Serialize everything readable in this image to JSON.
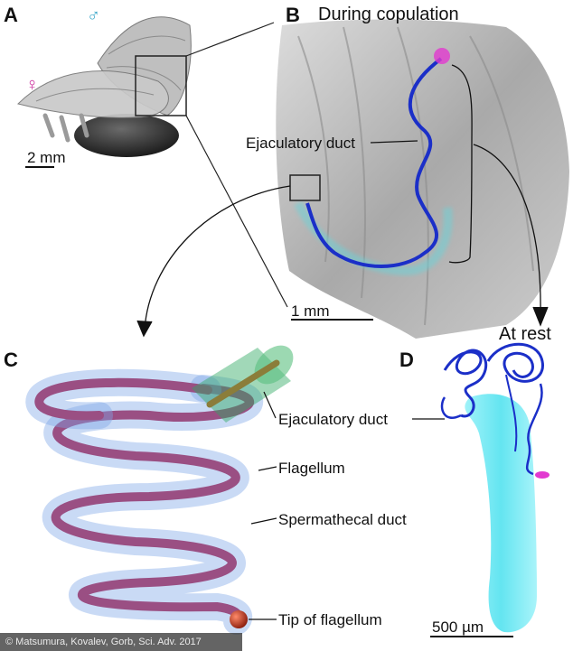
{
  "panels": {
    "a": {
      "letter": "A",
      "male_symbol": "♂",
      "female_symbol": "♀",
      "scale_bar": "2 mm"
    },
    "b": {
      "letter": "B",
      "title": "During copulation",
      "label_duct": "Ejaculatory duct",
      "scale_bar": "1 mm"
    },
    "c": {
      "letter": "C",
      "label_duct": "Ejaculatory duct",
      "label_flagellum": "Flagellum",
      "label_spermathecal": "Spermathecal duct",
      "label_tip": "Tip of flagellum"
    },
    "d": {
      "letter": "D",
      "title": "At rest",
      "scale_bar": "500 µm"
    }
  },
  "credit": "© Matsumura, Kovalev, Gorb, Sci. Adv. 2017",
  "colors": {
    "male_symbol": "#3aa7c9",
    "female_symbol": "#cc2f9e",
    "ejaculatory_duct": "#1b2fc8",
    "spermathecal_duct": "#7fa8e8",
    "flagellum": "#9a4f83",
    "tip": "#c0341d",
    "cyan_body": "#55e6f2",
    "magenta_mark": "#e23ad0"
  }
}
